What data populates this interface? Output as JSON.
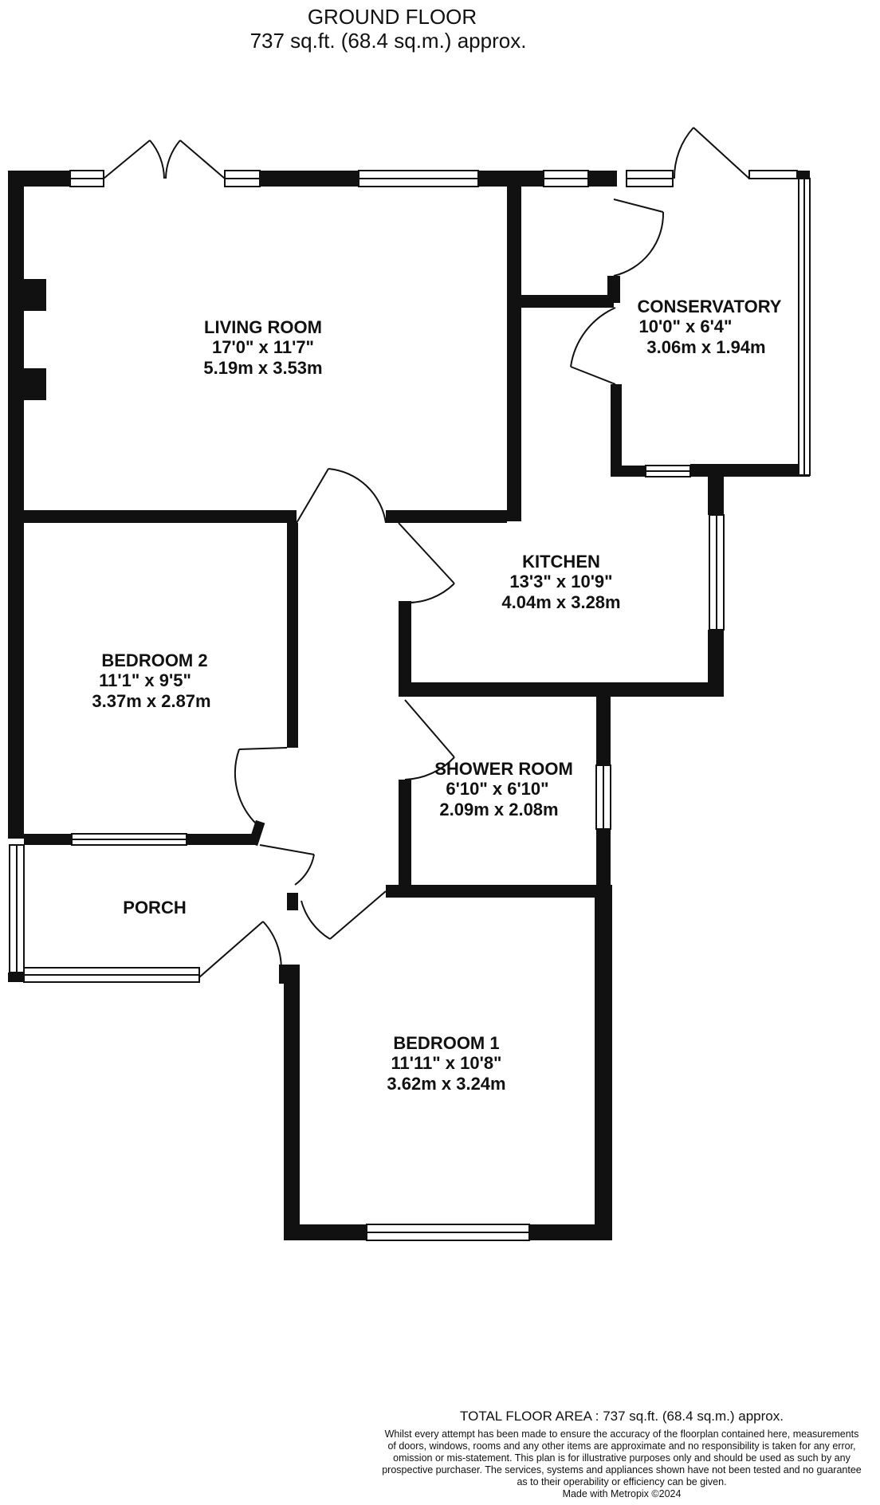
{
  "header": {
    "floor_name": "GROUND FLOOR",
    "floor_area": "737 sq.ft. (68.4 sq.m.) approx."
  },
  "rooms": [
    {
      "key": "living",
      "name": "LIVING ROOM",
      "imperial": "17'0\"  x 11'7\"",
      "metric": "5.19m  x 3.53m"
    },
    {
      "key": "conservatory",
      "name": "CONSERVATORY",
      "imperial": "10'0\"  x 6'4\"",
      "metric": "3.06m  x 1.94m"
    },
    {
      "key": "kitchen",
      "name": "KITCHEN",
      "imperial": "13'3\"  x 10'9\"",
      "metric": "4.04m  x 3.28m"
    },
    {
      "key": "bedroom2",
      "name": "BEDROOM 2",
      "imperial": "11'1\"  x 9'5\"",
      "metric": "3.37m  x 2.87m"
    },
    {
      "key": "shower",
      "name": "SHOWER ROOM",
      "imperial": "6'10\"  x 6'10\"",
      "metric": "2.09m  x 2.08m"
    },
    {
      "key": "porch",
      "name": "PORCH",
      "imperial": "",
      "metric": ""
    },
    {
      "key": "bedroom1",
      "name": "BEDROOM 1",
      "imperial": "11'11\"  x 10'8\"",
      "metric": "3.62m  x 3.24m"
    }
  ],
  "footer": {
    "total_area": "TOTAL FLOOR AREA : 737 sq.ft. (68.4 sq.m.) approx.",
    "disclaimer_lines": [
      "Whilst every attempt has been made to ensure the accuracy of the floorplan contained here, measurements",
      "of doors, windows, rooms and any other items are approximate and no responsibility is taken for any error,",
      "omission or mis-statement. This plan is for illustrative purposes only and should be used as such by any",
      "prospective purchaser. The services, systems and appliances shown have not been tested and no guarantee",
      "as to their operability or efficiency can be given."
    ],
    "credit": "Made with Metropix ©2024"
  },
  "colors": {
    "wall": "#111111",
    "window": "#ffffff",
    "background": "#ffffff"
  }
}
